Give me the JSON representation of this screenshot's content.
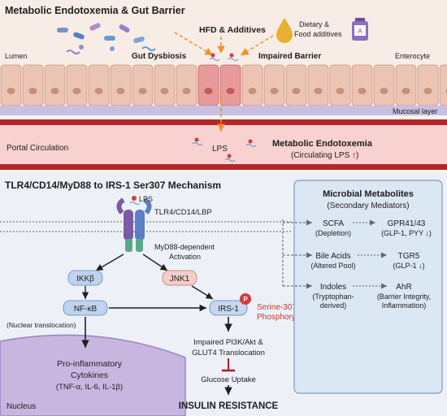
{
  "top": {
    "title": "Metabolic Endotoxemia & Gut Barrier",
    "hfd": "HFD & Additives",
    "dietary_1": "Dietary &",
    "dietary_2": "Food additives",
    "lumen": "Lumen",
    "dysbiosis": "Gut Dysbiosis",
    "impaired": "Impaired Barrier",
    "enterocyte": "Enterocyte",
    "mucosal": "Mucosal layer",
    "portal": "Portal Circulation",
    "lps": "LPS",
    "endotox_title": "Metabolic Endotoxemia",
    "endotox_sub": "(Circulating LPS ↑)"
  },
  "mech": {
    "title": "TLR4/CD14/MyD88 to IRS-1 Ser307 Mechanism",
    "lps": "LPS",
    "receptor": "TLR4/CD14/LBP",
    "myd88_1": "MyD88-dependent",
    "myd88_2": "Activation",
    "ikkb": "IKKβ",
    "jnk1": "JNK1",
    "nfkb": "NF-κB",
    "irs1": "IRS-1",
    "p": "P",
    "ser_1": "Serine-307",
    "ser_2": "Phosphorylation",
    "nuclear_trans": "(Nuclear translocation)",
    "impaired_1": "Impaired PI3K/Akt &",
    "impaired_2": "GLUT4 Translocation",
    "glucose": "Glucose Uptake",
    "insulin": "INSULIN RESISTANCE",
    "pro_1": "Pro-inflammatory",
    "pro_2": "Cytokines",
    "pro_3": "(TNF-α, IL-6, IL-1β)",
    "nucleus": "Nucleus"
  },
  "metab": {
    "title": "Microbial Metabolites",
    "subtitle": "(Secondary Mediators)",
    "rows": [
      {
        "name": "SCFA",
        "sub": "(Depletion)",
        "target": "GPR41/43",
        "effect": "(GLP-1, PYY ↓)"
      },
      {
        "name": "Bile Acids",
        "sub": "(Altered Pool)",
        "target": "TGR5",
        "effect": "(GLP-1 ↓)"
      },
      {
        "name": "Indoles",
        "sub": "(Tryptophan-",
        "sub2": "derived)",
        "target": "AhR",
        "effect": "(Barrier Integrity,",
        "effect2": "Inflammation)"
      }
    ]
  },
  "colors": {
    "lumen_bg": "#f6e6dc",
    "cell": "#ecc4b4",
    "mucosal": "#c9bfe0",
    "blood": "#b3272a",
    "portal_bg": "#f7d2d0",
    "lower_bg": "#e9eef6",
    "panel": "#dce7f4",
    "arrow_orange": "#f0902a",
    "inhibit": "#b01c1c",
    "ser_text": "#c0392b"
  }
}
